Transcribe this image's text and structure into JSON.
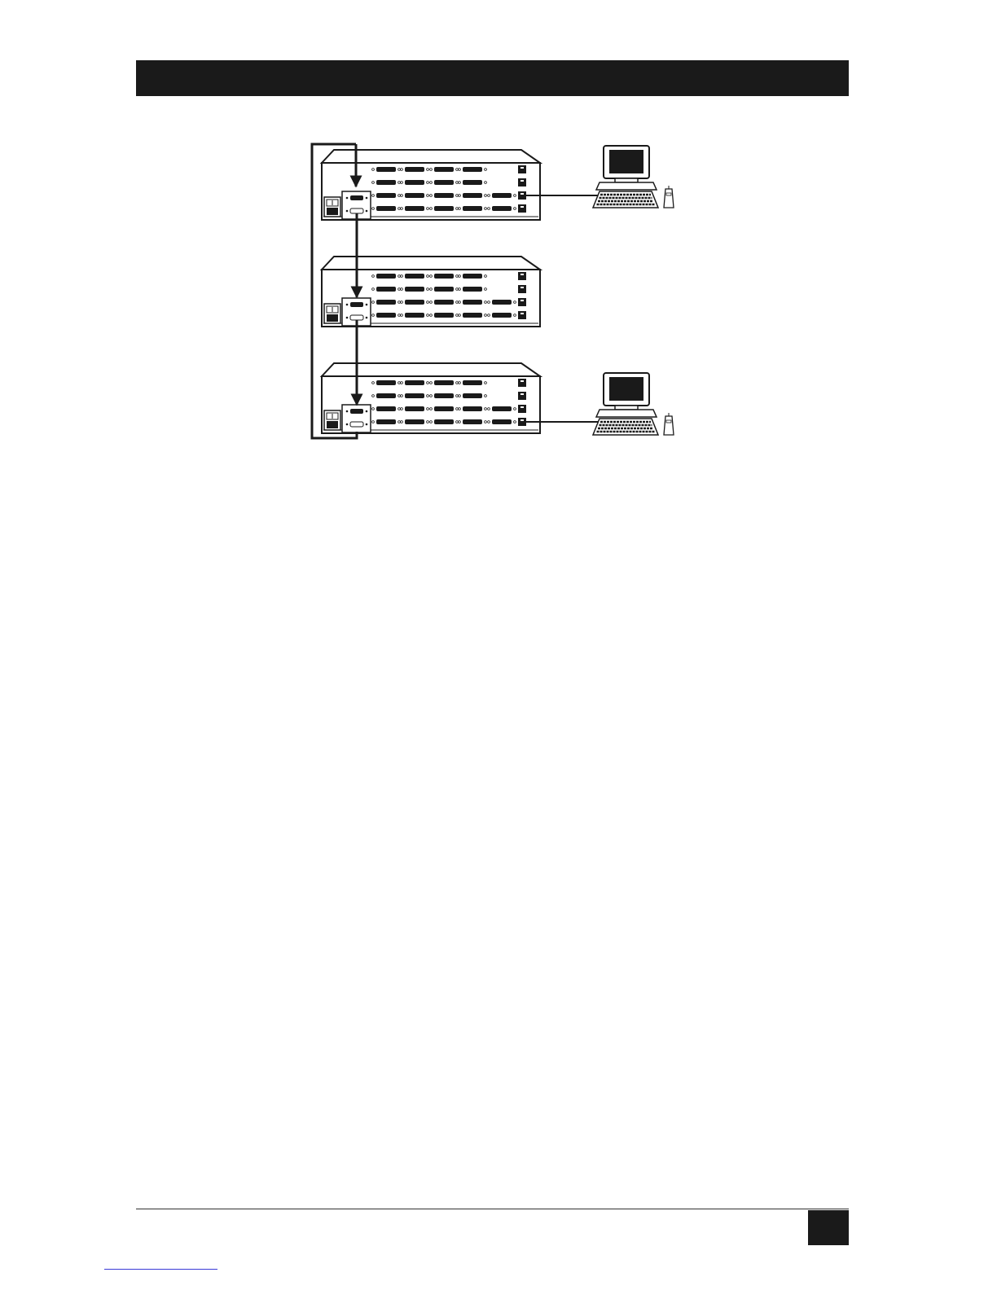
{
  "colors": {
    "ink": "#1a1a1a",
    "header_bar": "#1a1a1a",
    "footer_rule": "#333333",
    "page_number_box": "#1a1a1a",
    "link_underline": "#3a3ad6",
    "paper": "#ffffff"
  },
  "header": {
    "title": ""
  },
  "footer": {
    "page_number": ""
  },
  "figure": {
    "switches": [
      {
        "id": "switch-top",
        "console_attached": true
      },
      {
        "id": "switch-middle",
        "console_attached": false
      },
      {
        "id": "switch-bottom",
        "console_attached": true
      }
    ],
    "icons": [
      "switch-chassis-icon",
      "power-inlet-icon",
      "db-connector-icon",
      "rj-port-icon",
      "monitor-icon",
      "keyboard-icon",
      "mouse-icon",
      "arrow-icon"
    ]
  }
}
